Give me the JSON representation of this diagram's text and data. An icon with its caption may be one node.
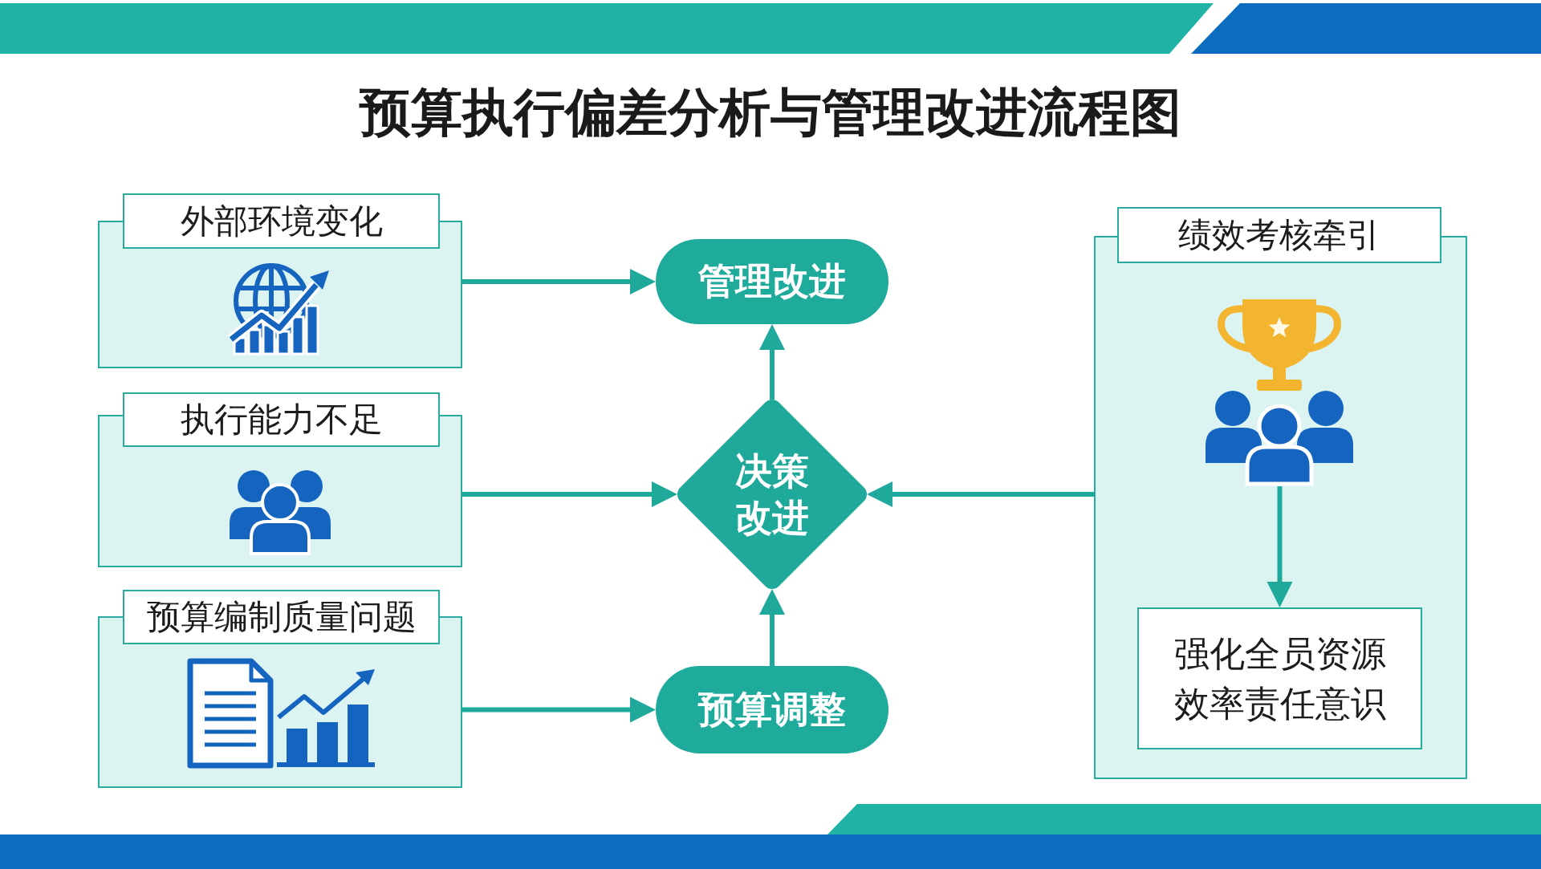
{
  "diagram": {
    "title": "预算执行偏差分析与管理改进流程图",
    "nodes": [
      {
        "text": [
          "外部环境变化"
        ]
      },
      {
        "text": [
          "执行能力不足"
        ]
      },
      {
        "text": [
          "预算编制质量问题"
        ]
      },
      {
        "text": [
          "管理改进"
        ]
      },
      {
        "text": [
          "决策改进"
        ]
      },
      {
        "text": [
          "预算调整"
        ]
      },
      {
        "text": [
          "绩效考核牵引"
        ]
      },
      {
        "text": [],
        "shape": "picture",
        "in": 6
      },
      {
        "text": [
          "强化全员资源效率责任意识"
        ],
        "in": 6
      }
    ],
    "edges": [
      {
        "from": 0,
        "to": 3,
        "arrow": "to"
      },
      {
        "from": 1,
        "to": 4,
        "arrow": "to"
      },
      {
        "from": 2,
        "to": 5,
        "arrow": "to"
      },
      {
        "from": 4,
        "to": 3,
        "arrow": "to"
      },
      {
        "from": 5,
        "to": 4,
        "arrow": "to"
      },
      {
        "from": 6,
        "to": 4,
        "arrow": "to"
      },
      {
        "from": 7,
        "to": 8,
        "arrow": "to"
      }
    ]
  }
}
